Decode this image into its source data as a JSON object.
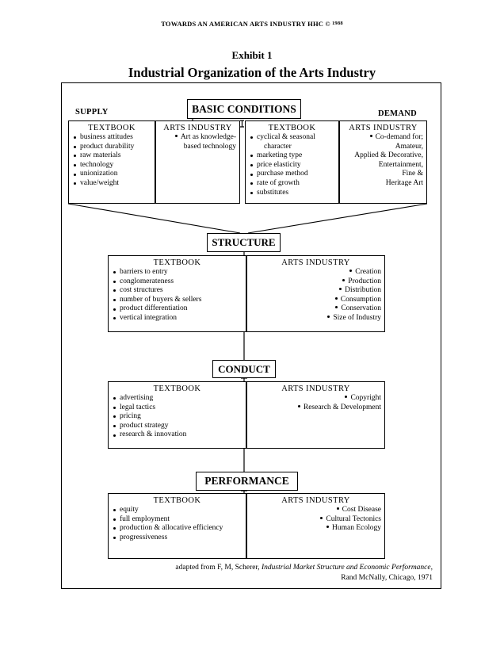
{
  "running_head": {
    "text": "TOWARDS AN AMERICAN ARTS INDUSTRY  HHC",
    "copyright_mark": "©",
    "year": "1988"
  },
  "exhibit": {
    "label": "Exhibit 1",
    "title": "Industrial Organization of the Arts Industry"
  },
  "side_labels": {
    "supply": "SUPPLY",
    "demand": "DEMAND"
  },
  "column_headers": {
    "textbook": "TEXTBOOK",
    "arts_industry": "ARTS INDUSTRY"
  },
  "stages": {
    "basic_conditions": {
      "heading": "BASIC CONDITIONS",
      "supply": {
        "textbook": {
          "header": "TEXTBOOK",
          "items": [
            "business attitudes",
            "product durability",
            "raw materials",
            "technology",
            "unionization",
            "value/weight"
          ]
        },
        "arts_industry": {
          "header": "ARTS INDUSTRY",
          "items": [
            "Art as knowledge-"
          ],
          "items_cont": [
            "based technology"
          ]
        }
      },
      "demand": {
        "textbook": {
          "header": "TEXTBOOK",
          "items": [
            "cyclical & seasonal",
            "marketing type",
            "price elasticity",
            "purchase method",
            "rate of growth",
            "substitutes"
          ],
          "first_item_cont": "character"
        },
        "arts_industry": {
          "header": "ARTS INDUSTRY",
          "items": [
            "Co-demand for;"
          ],
          "items_cont": [
            "Amateur,",
            "Applied & Decorative,",
            "Entertainment,",
            "Fine &",
            "Heritage Art"
          ]
        }
      }
    },
    "structure": {
      "heading": "STRUCTURE",
      "textbook": {
        "header": "TEXTBOOK",
        "items": [
          "barriers to entry",
          "conglomerateness",
          "cost structures",
          "number of buyers &  sellers",
          "product differentiation",
          "vertical integration"
        ]
      },
      "arts_industry": {
        "header": "ARTS INDUSTRY",
        "items": [
          "Creation",
          "Production",
          "Distribution",
          "Consumption",
          "Conservation",
          "Size of Industry"
        ]
      }
    },
    "conduct": {
      "heading": "CONDUCT",
      "textbook": {
        "header": "TEXTBOOK",
        "items": [
          "advertising",
          "legal tactics",
          "pricing",
          "product strategy",
          "research & innovation"
        ]
      },
      "arts_industry": {
        "header": "ARTS INDUSTRY",
        "items": [
          "Copyright",
          "Research & Development"
        ]
      }
    },
    "performance": {
      "heading": "PERFORMANCE",
      "textbook": {
        "header": "TEXTBOOK",
        "items": [
          "equity",
          "full employment",
          "production & allocative efficiency",
          "progressiveness"
        ]
      },
      "arts_industry": {
        "header": "ARTS INDUSTRY",
        "items": [
          "Cost Disease",
          "Cultural Tectonics",
          "Human Ecology"
        ]
      }
    }
  },
  "citation": {
    "line1_prefix": "adapted from F, M, Scherer, ",
    "line1_italic": "Industrial Market Structure and Economic Performance",
    "line1_suffix": ",",
    "line2": "Rand McNally, Chicago, 1971"
  },
  "colors": {
    "ink": "#000000",
    "paper": "#ffffff"
  }
}
